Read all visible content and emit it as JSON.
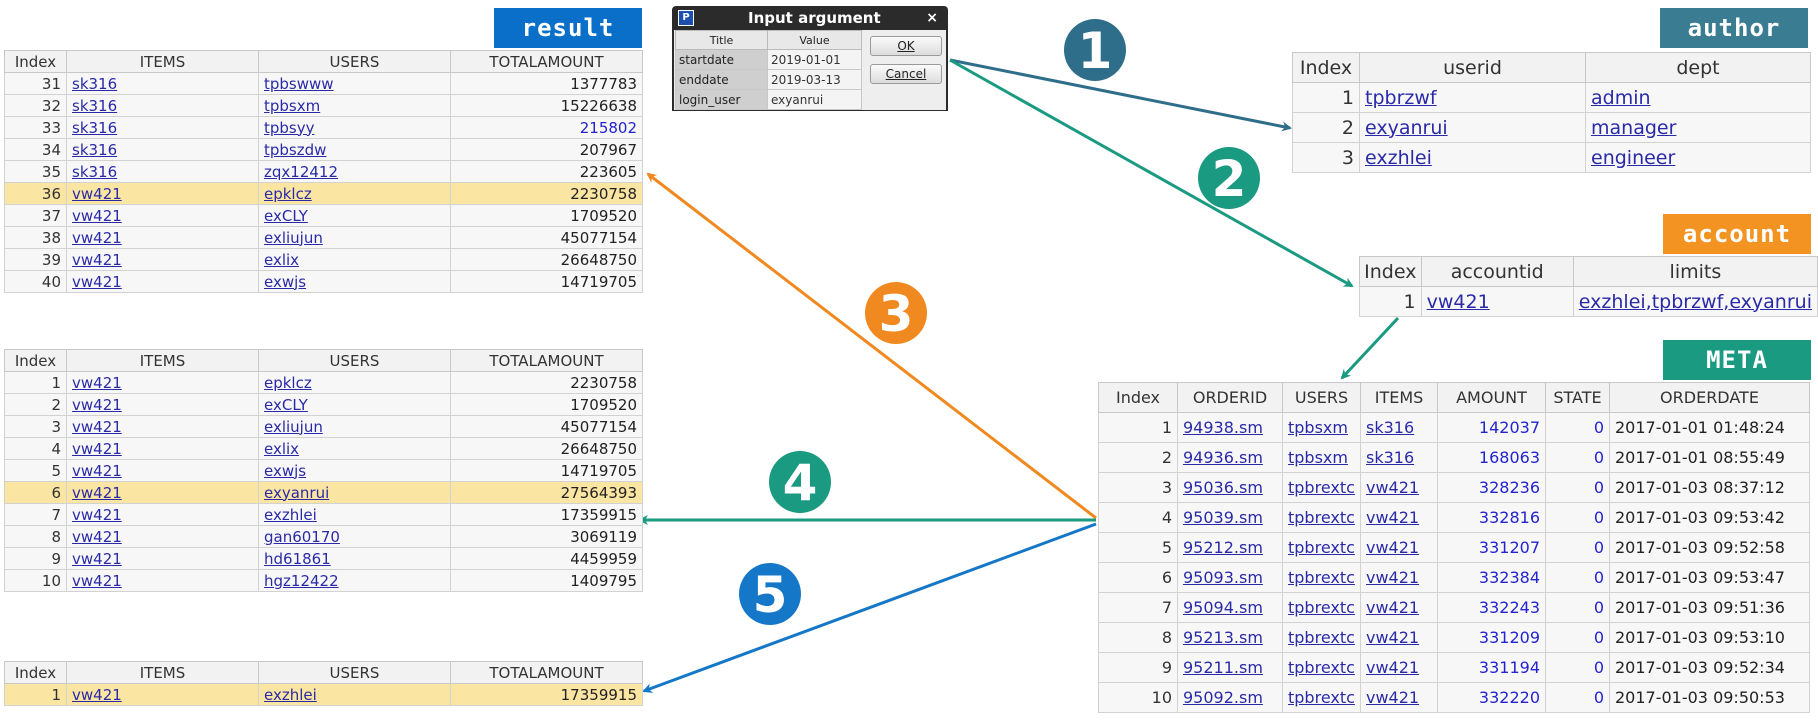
{
  "labels": {
    "result": "result",
    "author": "author",
    "account": "account",
    "meta": "META"
  },
  "colors": {
    "result_label": "#0a6fc9",
    "author_label": "#3a7c92",
    "account_label": "#f39321",
    "meta_label": "#1a9a80",
    "arrow1": "#2f6e8a",
    "arrow2": "#1a9a80",
    "arrow3": "#f08a20",
    "arrow4": "#1a9a80",
    "arrow5": "#1577c8"
  },
  "steps": [
    "1",
    "2",
    "3",
    "4",
    "5"
  ],
  "dialog": {
    "title": "Input argument",
    "close": "×",
    "app_icon": "P",
    "col_title": "Title",
    "col_value": "Value",
    "rows": [
      {
        "k": "startdate",
        "v": "2019-01-01"
      },
      {
        "k": "enddate",
        "v": "2019-03-13"
      },
      {
        "k": "login_user",
        "v": "exyanrui"
      }
    ],
    "ok": "OK",
    "cancel": "Cancel"
  },
  "result_table": {
    "headers": [
      "Index",
      "ITEMS",
      "USERS",
      "TOTALAMOUNT"
    ],
    "rows": [
      [
        "31",
        "sk316",
        "tpbswww",
        "1377783"
      ],
      [
        "32",
        "sk316",
        "tpbsxm",
        "15226638"
      ],
      [
        "33",
        "sk316",
        "tpbsyy",
        "215802"
      ],
      [
        "34",
        "sk316",
        "tpbszdw",
        "207967"
      ],
      [
        "35",
        "sk316",
        "zqx12412",
        "223605"
      ],
      [
        "36",
        "vw421",
        "epklcz",
        "2230758"
      ],
      [
        "37",
        "vw421",
        "exCLY",
        "1709520"
      ],
      [
        "38",
        "vw421",
        "exliujun",
        "45077154"
      ],
      [
        "39",
        "vw421",
        "exlix",
        "26648750"
      ],
      [
        "40",
        "vw421",
        "exwjs",
        "14719705"
      ]
    ]
  },
  "middle_table": {
    "headers": [
      "Index",
      "ITEMS",
      "USERS",
      "TOTALAMOUNT"
    ],
    "rows": [
      [
        "1",
        "vw421",
        "epklcz",
        "2230758"
      ],
      [
        "2",
        "vw421",
        "exCLY",
        "1709520"
      ],
      [
        "3",
        "vw421",
        "exliujun",
        "45077154"
      ],
      [
        "4",
        "vw421",
        "exlix",
        "26648750"
      ],
      [
        "5",
        "vw421",
        "exwjs",
        "14719705"
      ],
      [
        "6",
        "vw421",
        "exyanrui",
        "27564393"
      ],
      [
        "7",
        "vw421",
        "exzhlei",
        "17359915"
      ],
      [
        "8",
        "vw421",
        "gan60170",
        "3069119"
      ],
      [
        "9",
        "vw421",
        "hd61861",
        "4459959"
      ],
      [
        "10",
        "vw421",
        "hgz12422",
        "1409795"
      ]
    ]
  },
  "bottom_table": {
    "headers": [
      "Index",
      "ITEMS",
      "USERS",
      "TOTALAMOUNT"
    ],
    "rows": [
      [
        "1",
        "vw421",
        "exzhlei",
        "17359915"
      ]
    ]
  },
  "author_table": {
    "headers": [
      "Index",
      "userid",
      "dept"
    ],
    "rows": [
      [
        "1",
        "tpbrzwf",
        "admin"
      ],
      [
        "2",
        "exyanrui",
        "manager"
      ],
      [
        "3",
        "exzhlei",
        "engineer"
      ]
    ]
  },
  "account_table": {
    "headers": [
      "Index",
      "accountid",
      "limits"
    ],
    "rows": [
      [
        "1",
        "vw421",
        "exzhlei,tpbrzwf,exyanrui"
      ]
    ]
  },
  "meta_table": {
    "headers": [
      "Index",
      "ORDERID",
      "USERS",
      "ITEMS",
      "AMOUNT",
      "STATE",
      "ORDERDATE"
    ],
    "rows": [
      [
        "1",
        "94938.sm",
        "tpbsxm",
        "sk316",
        "142037",
        "0",
        "2017-01-01 01:48:24"
      ],
      [
        "2",
        "94936.sm",
        "tpbsxm",
        "sk316",
        "168063",
        "0",
        "2017-01-01 08:55:49"
      ],
      [
        "3",
        "95036.sm",
        "tpbrextc",
        "vw421",
        "328236",
        "0",
        "2017-01-03 08:37:12"
      ],
      [
        "4",
        "95039.sm",
        "tpbrextc",
        "vw421",
        "332816",
        "0",
        "2017-01-03 09:53:42"
      ],
      [
        "5",
        "95212.sm",
        "tpbrextc",
        "vw421",
        "331207",
        "0",
        "2017-01-03 09:52:58"
      ],
      [
        "6",
        "95093.sm",
        "tpbrextc",
        "vw421",
        "332384",
        "0",
        "2017-01-03 09:53:47"
      ],
      [
        "7",
        "95094.sm",
        "tpbrextc",
        "vw421",
        "332243",
        "0",
        "2017-01-03 09:51:36"
      ],
      [
        "8",
        "95213.sm",
        "tpbrextc",
        "vw421",
        "331209",
        "0",
        "2017-01-03 09:53:10"
      ],
      [
        "9",
        "95211.sm",
        "tpbrextc",
        "vw421",
        "331194",
        "0",
        "2017-01-03 09:52:34"
      ],
      [
        "10",
        "95092.sm",
        "tpbrextc",
        "vw421",
        "332220",
        "0",
        "2017-01-03 09:50:53"
      ]
    ]
  }
}
